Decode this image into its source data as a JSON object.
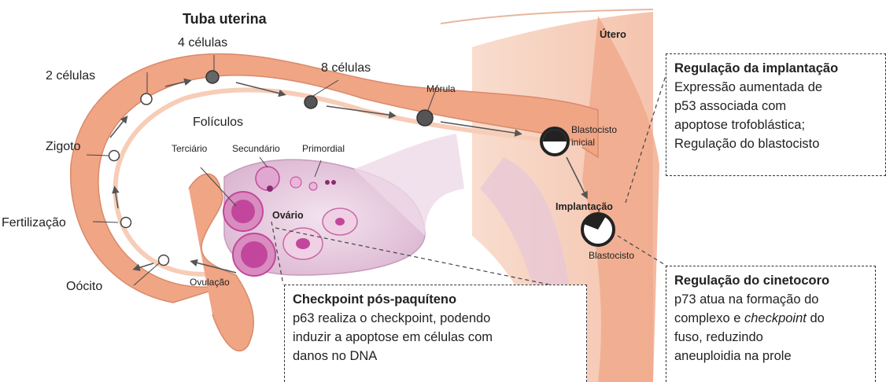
{
  "labels": {
    "tube": "Tuba uterina",
    "uterus": "Útero",
    "two_cells": "2 células",
    "four_cells": "4 células",
    "eight_cells": "8 células",
    "morula": "Mórula",
    "zygote": "Zigoto",
    "fertilization": "Fertilização",
    "oocyte": "Oócito",
    "follicles": "Folículos",
    "tertiary": "Terciário",
    "secondary": "Secundário",
    "primordial": "Primordial",
    "ovary": "Ovário",
    "ovulation": "Ovulação",
    "early_blastocyst_1": "Blastocisto",
    "early_blastocyst_2": "inicial",
    "implantation": "Implantação",
    "blastocyst": "Blastocisto"
  },
  "boxes": {
    "implantation": {
      "title": "Regulação da implantação",
      "lines": [
        "Expressão aumentada de",
        "p53 associada com",
        "apoptose trofoblástica;",
        "Regulação do blastocisto"
      ]
    },
    "pachytene": {
      "title": "Checkpoint pós-paquíteno",
      "lines": [
        "p63 realiza o checkpoint, podendo",
        "induzir a apoptose em células com",
        "danos no DNA"
      ]
    },
    "kinetochore": {
      "title": "Regulação do cinetocoro",
      "line1": "p73 atua na formação do",
      "line2_a": "complexo e ",
      "line2_b": "checkpoint",
      "line2_c": " do",
      "line3": "fuso, reduzindo",
      "line4": "aneuploidia na prole"
    }
  },
  "colors": {
    "tube_fill": "#f0a585",
    "tube_inner": "#f7cdb7",
    "uterus_wall": "#f6cdb8",
    "ovary_fill": "#e8cfe2",
    "follicle": "#c2479c",
    "arrow": "#555555"
  }
}
